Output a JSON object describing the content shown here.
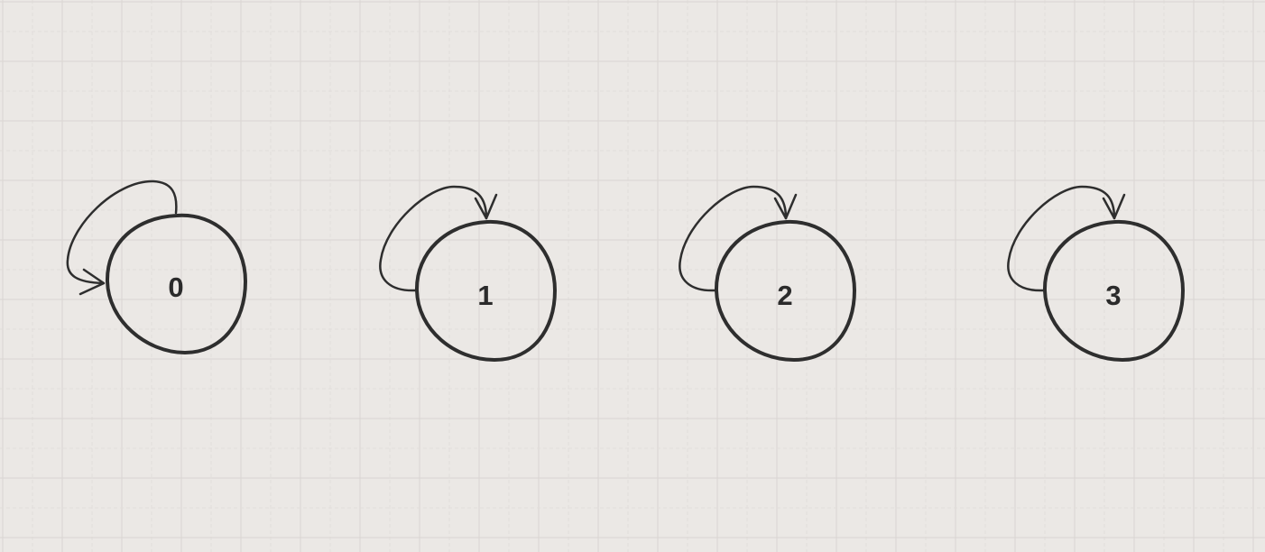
{
  "diagram": {
    "type": "state-diagram-self-loops",
    "colors": {
      "background": "#ebe8e5",
      "grid_major": "#d9d5d2",
      "grid_minor": "#e1dedb",
      "stroke": "#2e2e2e",
      "text": "#2b2b2b"
    },
    "nodes": [
      {
        "id": "n0",
        "label": "0"
      },
      {
        "id": "n1",
        "label": "1"
      },
      {
        "id": "n2",
        "label": "2"
      },
      {
        "id": "n3",
        "label": "3"
      }
    ]
  }
}
